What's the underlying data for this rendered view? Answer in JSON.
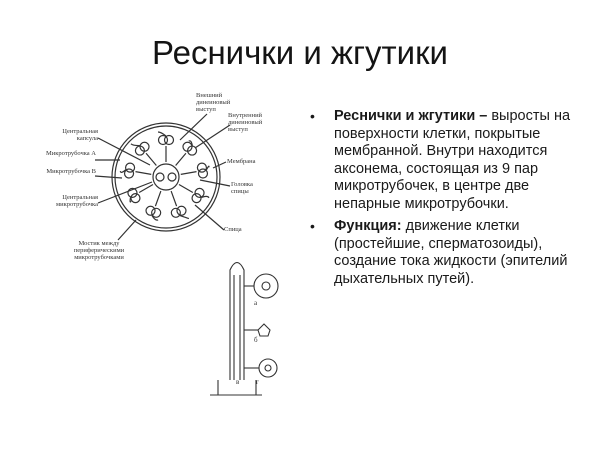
{
  "title": "Реснички и жгутики",
  "bullets": [
    {
      "bold": "Реснички и жгутики –",
      "text": " выросты на поверхности клетки, покрытые мембранной. Внутри находится аксонема, состоящая из 9 пар микротрубочек, в центре две непарные микротрубочки."
    },
    {
      "bold": "Функция:",
      "text": " движение клетки (простейшие, сперматозоиды), создание тока жидкости (эпителий дыхательных путей)."
    }
  ],
  "diagram_labels": {
    "outer_arm": "Внешний динеиновый выступ",
    "inner_arm": "Внутренний динеиновый выступ",
    "central_sheath": "Центральная капсула",
    "microtubule_a": "Микротрубочка А",
    "microtubule_b": "Микротрубочка В",
    "central_mt": "Центральная микротрубочка",
    "membrane": "Мембрана",
    "radial_head": "Головка спицы",
    "spoke": "Спица",
    "nexin_link": "Мостик между периферическими микротрубочками"
  },
  "small_labels": [
    "а",
    "б",
    "в",
    "г"
  ]
}
